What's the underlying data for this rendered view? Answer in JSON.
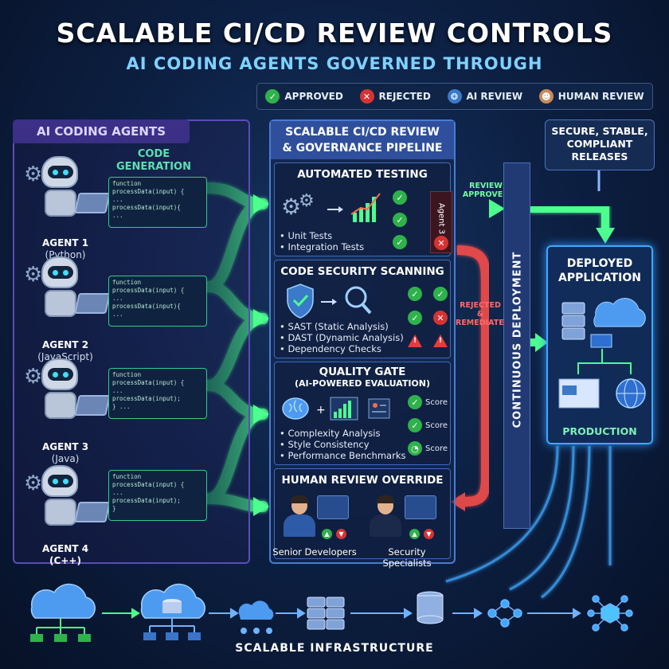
{
  "title": "SCALABLE CI/CD REVIEW CONTROLS",
  "subtitle": "AI CODING AGENTS GOVERNED THROUGH",
  "legend": {
    "approved": "APPROVED",
    "rejected": "REJECTED",
    "ai_review": "AI REVIEW",
    "human_review": "HUMAN REVIEW"
  },
  "agents_panel": {
    "title": "AI CODING AGENTS",
    "code_generation": "CODE GENERATION",
    "agents": [
      {
        "name": "AGENT 1",
        "lang": "(Python)",
        "code": [
          "function processData(input) {",
          "  ...",
          "  processData(input){",
          "  ..."
        ]
      },
      {
        "name": "AGENT 2",
        "lang": "(JavaScript)",
        "code": [
          "function processData(input) {",
          "  ...",
          "  processData(input){",
          "  ..."
        ]
      },
      {
        "name": "AGENT 3",
        "lang": "(Java)",
        "code": [
          "function processData(input) {",
          "  ...",
          "  processData(input);",
          "}  ..."
        ]
      },
      {
        "name": "AGENT 4 (C++)",
        "lang": "",
        "code": [
          "function processData(input) {",
          "  ...",
          "  processData(input);",
          "}"
        ]
      }
    ]
  },
  "pipeline": {
    "title_line1": "SCALABLE CI/CD REVIEW",
    "title_line2": "& GOVERNANCE PIPELINE",
    "automated_testing": {
      "title": "AUTOMATED TESTING",
      "items": [
        "Unit Tests",
        "Integration Tests"
      ]
    },
    "agent3_tag": "Agent 3",
    "security": {
      "title": "CODE SECURITY SCANNING",
      "items": [
        "SAST (Static Analysis)",
        "DAST (Dynamic Analysis)",
        "Dependency Checks"
      ]
    },
    "quality_gate": {
      "title": "QUALITY GATE",
      "subtitle": "(AI-POWERED EVALUATION)",
      "items": [
        "Complexity Analysis",
        "Style Consistency",
        "Performance Benchmarks"
      ],
      "score_label": "Score"
    },
    "human_review": {
      "title": "HUMAN REVIEW OVERRIDE",
      "reviewers": [
        "Senior Developers",
        "Security Specialists"
      ]
    }
  },
  "review_approved": "REVIEW APPROVED",
  "rejected_remediated": "REJECTED & REMEDIATED",
  "continuous_deployment": "CONTINUOUS DEPLOYMENT",
  "secure_releases": "SECURE, STABLE, COMPLIANT RELEASES",
  "deployed": {
    "title_line1": "DEPLOYED",
    "title_line2": "APPLICATION",
    "production": "PRODUCTION"
  },
  "infrastructure": "SCALABLE INFRASTRUCTURE",
  "colors": {
    "approved": "#2fb24b",
    "rejected": "#d63333",
    "flow_green": "#3fe07a",
    "flow_red": "#e04848",
    "flow_blue": "#3fa8ff"
  }
}
